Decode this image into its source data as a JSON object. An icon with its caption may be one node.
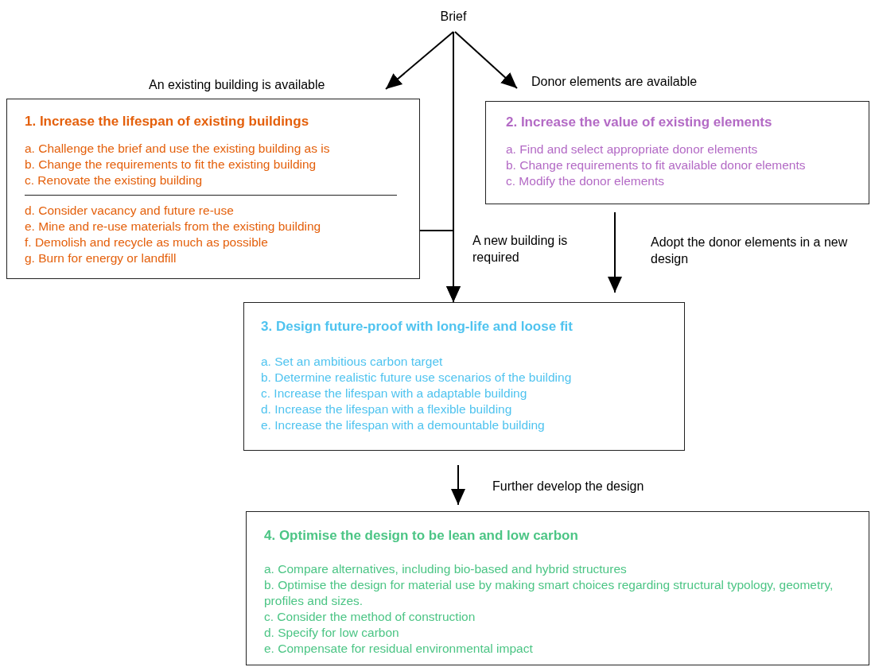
{
  "diagram": {
    "nodes": [
      {
        "text": [
          "Brief"
        ]
      },
      {
        "text": [
          "1. Increase the lifespan of existing buildings",
          "a. Challenge the brief and use the existing building as is",
          "b. Change the requirements to fit the existing building",
          "c. Renovate the existing building",
          "d. Consider vacancy and future re-use",
          "e. Mine and re-use materials from the existing building",
          "f. Demolish and recycle as much as possible",
          "g. Burn for energy or landfill"
        ]
      },
      {
        "text": [
          "2. Increase the value of existing elements",
          "a. Find and select appropriate donor elements",
          "b. Change requirements to fit available donor elements",
          "c. Modify the donor elements"
        ]
      },
      {
        "text": [
          "3. Design future-proof with long-life and loose fit",
          "a. Set an ambitious carbon target",
          "b. Determine realistic future use scenarios of the building",
          "c. Increase the lifespan with a adaptable building",
          "d. Increase the lifespan with a flexible building",
          "e. Increase the lifespan with a demountable building"
        ]
      },
      {
        "text": [
          "4. Optimise the design to be lean and low carbon",
          "a. Compare alternatives, including bio-based and hybrid structures",
          "b. Optimise the design for material use by making smart choices regarding structural typology, geometry, profiles and sizes.",
          "c. Consider the method of construction",
          "d. Specify for low carbon",
          "e. Compensate for residual environmental impact"
        ]
      }
    ],
    "edges": [
      {
        "from": 0,
        "to": 1,
        "arrow": "to",
        "label": "An existing building is available"
      },
      {
        "from": 0,
        "to": 2,
        "arrow": "to",
        "label": "Donor elements are available"
      },
      {
        "from": 0,
        "to": 3,
        "arrow": "to",
        "label": "A new building is required"
      },
      {
        "from": 1,
        "to": 3,
        "arrow": "to"
      },
      {
        "from": 2,
        "to": 3,
        "arrow": "to",
        "label": "Adopt the donor elements in a new design"
      },
      {
        "from": 3,
        "to": 4,
        "arrow": "to",
        "label": "Further develop the design"
      }
    ]
  }
}
